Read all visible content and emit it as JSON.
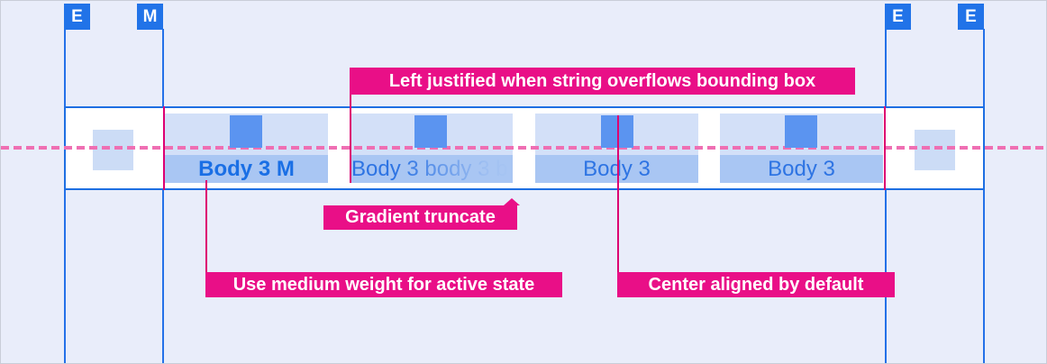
{
  "markers": [
    {
      "label": "E"
    },
    {
      "label": "M"
    },
    {
      "label": "E"
    },
    {
      "label": "E"
    }
  ],
  "tabs": [
    {
      "label": "Body 3 M",
      "state": "active"
    },
    {
      "label": "Body 3 body 3 b",
      "state": "gradient-truncated"
    },
    {
      "label": "Body 3",
      "state": "default"
    },
    {
      "label": "Body 3",
      "state": "default"
    }
  ],
  "annotations": {
    "left_justified": {
      "text": "Left justified when string overflows bounding box"
    },
    "gradient_truncate": {
      "text": "Gradient truncate"
    },
    "medium_weight": {
      "text": "Use medium weight for active state"
    },
    "center_aligned": {
      "text": "Center aligned by default"
    }
  },
  "colors": {
    "background": "#e9edfa",
    "guide_blue": "#2471e8",
    "bar_border_blue": "#1e6fe2",
    "tab_top_fill": "#d3e0f8",
    "tab_band_fill": "#a9c6f3",
    "tab_icon_fill": "#5b94f0",
    "slot_square_fill": "#ccdcf6",
    "active_label_blue": "#1a6fe5",
    "default_label_blue": "#2e74e3",
    "annotation_magenta": "#e90f87",
    "callout_line_magenta": "#dd0072",
    "dashed_centerline_pink": "#ef6fb3"
  }
}
